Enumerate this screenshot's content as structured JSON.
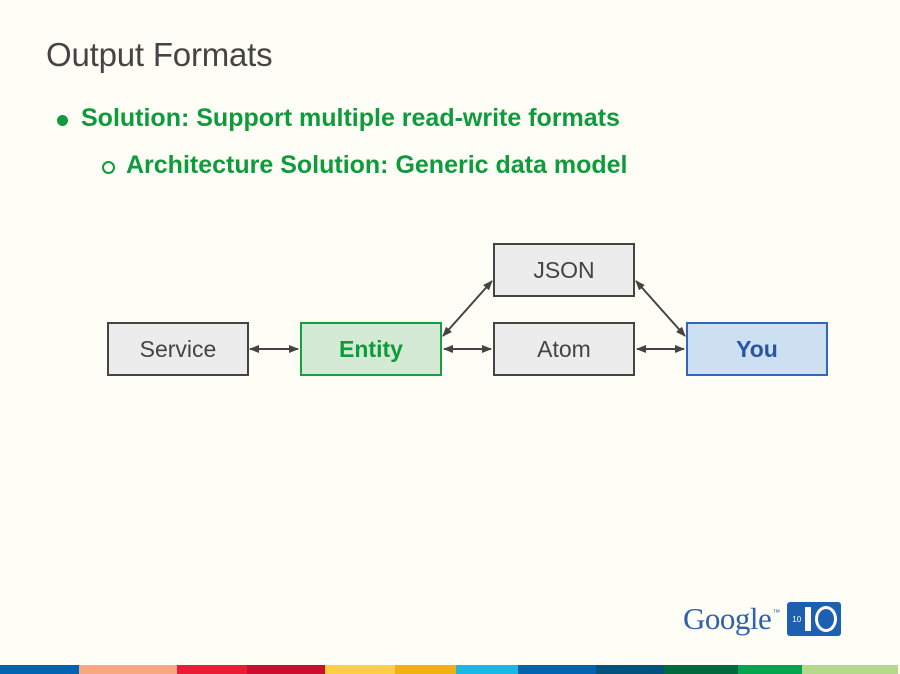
{
  "slide": {
    "title": "Output Formats",
    "bullets": [
      {
        "level": 1,
        "marker": "filled-dot",
        "text": "Solution: Support multiple read-write formats"
      },
      {
        "level": 2,
        "marker": "open-circle",
        "text": "Architecture Solution: Generic data model"
      }
    ]
  },
  "diagram": {
    "nodes": {
      "service": "Service",
      "entity": "Entity",
      "json": "JSON",
      "atom": "Atom",
      "you": "You"
    },
    "edges": [
      {
        "from": "Service",
        "to": "Entity",
        "type": "bidirectional"
      },
      {
        "from": "Entity",
        "to": "JSON",
        "type": "bidirectional"
      },
      {
        "from": "Entity",
        "to": "Atom",
        "type": "bidirectional"
      },
      {
        "from": "JSON",
        "to": "You",
        "type": "bidirectional"
      },
      {
        "from": "Atom",
        "to": "You",
        "type": "bidirectional"
      }
    ],
    "colors": {
      "default_fill": "#ececec",
      "entity_fill": "#d4ead4",
      "entity_border": "#1a9e42",
      "you_fill": "#cde0f2",
      "you_border": "#3366b8"
    }
  },
  "logo": {
    "brand": "Google",
    "tm": "™",
    "small": "10",
    "event": "I/O"
  },
  "footer_strip_colors": [
    "#0063b0",
    "#f7a883",
    "#eb1a35",
    "#c8102e",
    "#fecf46",
    "#f0b012",
    "#19b8e8",
    "#0063b0",
    "#00527a",
    "#006a3e",
    "#00a64f",
    "#b4d98b"
  ]
}
